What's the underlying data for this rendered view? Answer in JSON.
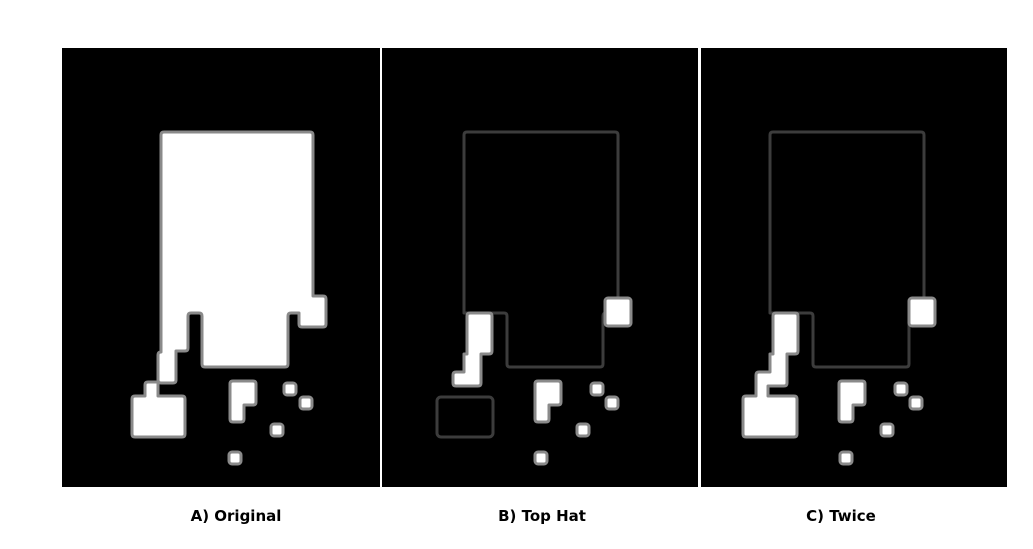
{
  "panels": [
    {
      "caption": "A) Original"
    },
    {
      "caption": "B) Top Hat"
    },
    {
      "caption": "C) Twice"
    }
  ],
  "colors": {
    "background": "#000000",
    "foreground": "#ffffff",
    "outline_bright": "#8a8a8a",
    "outline_dim": "#3c3c3c",
    "figure_background": "#ffffff"
  }
}
